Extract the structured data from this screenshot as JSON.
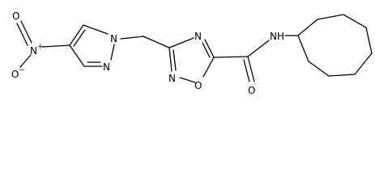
{
  "molecule": {
    "atoms": {
      "n_amide_label": "N",
      "h_amide_label": "H",
      "o_carbonyl_label": "O",
      "o_ring_label": "O",
      "n_oxadiazole_top_label": "N",
      "n_oxadiazole_bottom_label": "N",
      "n_pyrazole_1_label": "N",
      "n_pyrazole_2_label": "N",
      "n_nitro_label": "N",
      "n_nitro_charge": "+",
      "o_nitro_top_label": "O",
      "o_nitro_bottom_label": "O",
      "o_nitro_bottom_charge": "−"
    }
  }
}
